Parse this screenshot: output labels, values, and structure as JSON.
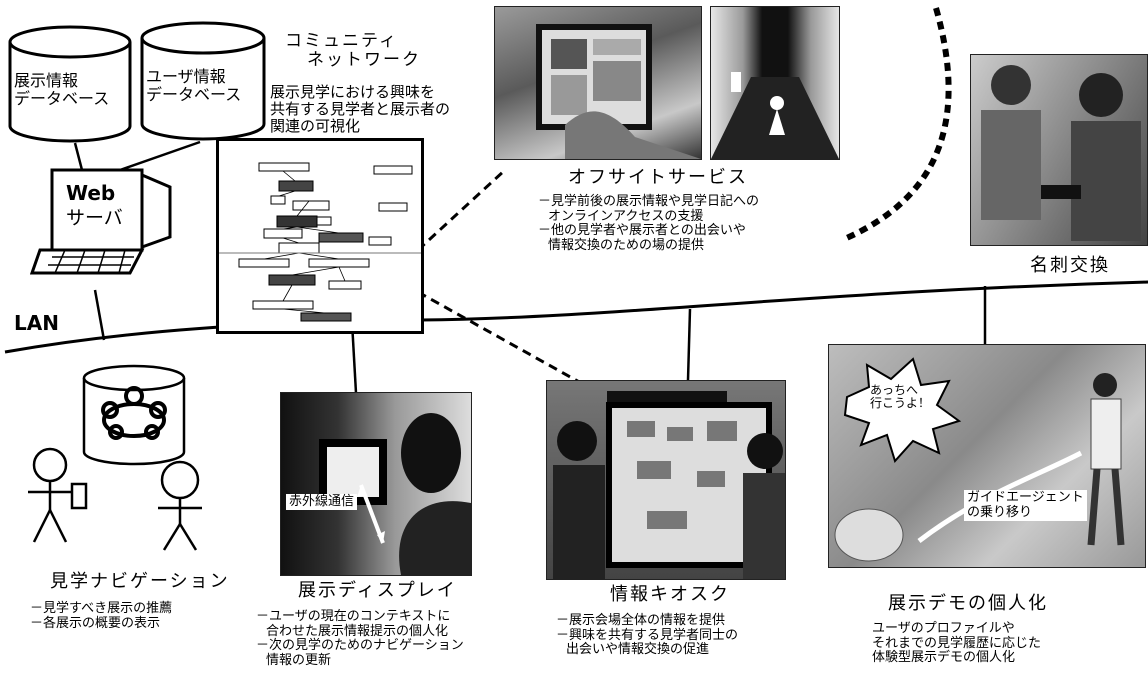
{
  "db": {
    "exhibit": [
      "展示情報",
      "データベース"
    ],
    "user": [
      "ユーザ情報",
      "データベース"
    ]
  },
  "server": {
    "line1": "Web",
    "line2": "サーバ"
  },
  "lan": "LAN",
  "community": {
    "title": [
      "コミュニティ",
      "ネットワーク"
    ],
    "desc": [
      "展示見学における興味を",
      "共有する見学者と展示者の",
      "関連の可視化"
    ]
  },
  "offsite": {
    "title": "オフサイトサービス",
    "items": [
      "－見学前後の展示情報や見学日記への",
      "オンラインアクセスの支援",
      "－他の見学者や展示者との出会いや",
      "情報交換のための場の提供"
    ]
  },
  "card": {
    "title": "名刺交換"
  },
  "navigation": {
    "title": "見学ナビゲーション",
    "items": [
      "－見学すべき展示の推薦",
      "－各展示の概要の表示"
    ]
  },
  "display": {
    "title": "展示ディスプレイ",
    "label": "赤外線通信",
    "items": [
      "－ユーザの現在のコンテキストに",
      "合わせた展示情報提示の個人化",
      "－次の見学のためのナビゲーション",
      "情報の更新"
    ]
  },
  "kiosk": {
    "title": "情報キオスク",
    "items": [
      "－展示会場全体の情報を提供",
      "－興味を共有する見学者同士の",
      "出会いや情報交換の促進"
    ]
  },
  "demo": {
    "title": "展示デモの個人化",
    "bubble": [
      "あっちへ",
      "行こうよ！"
    ],
    "label": [
      "ガイドエージェント",
      "の乗り移り"
    ],
    "items": [
      "ユーザのプロファイルや",
      "それまでの見学履歴に応じた",
      "体験型展示デモの個人化"
    ]
  }
}
